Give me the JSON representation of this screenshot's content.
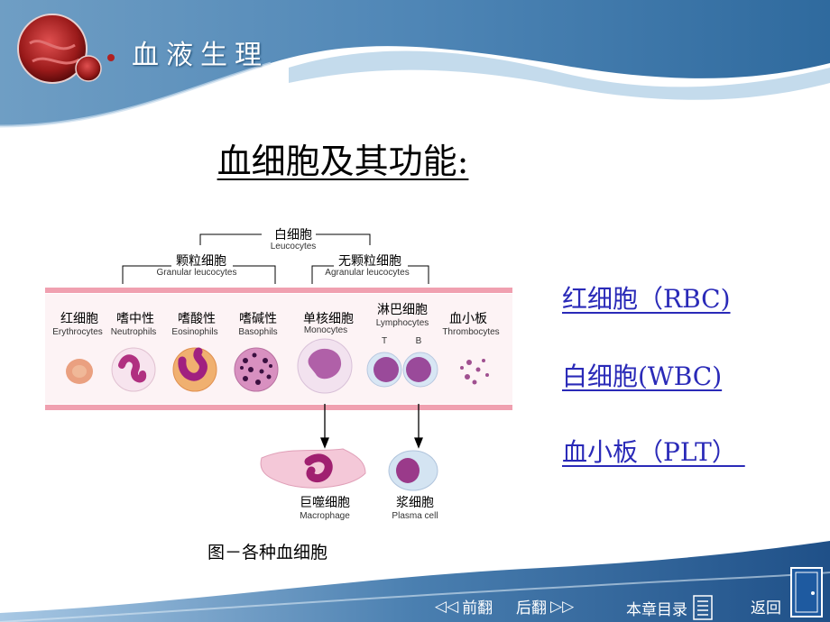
{
  "header": {
    "title": "血液生理"
  },
  "slide": {
    "title": "血细胞及其功能:"
  },
  "links": [
    {
      "label": "红细胞（RBC)"
    },
    {
      "label": "白细胞(WBC)"
    },
    {
      "label": "血小板（PLT） "
    }
  ],
  "figure": {
    "groups": {
      "wbc": {
        "cn": "白细胞",
        "en": "Leucocytes"
      },
      "granular": {
        "cn": "颗粒细胞",
        "en": "Granular leucocytes"
      },
      "agranular": {
        "cn": "无颗粒细胞",
        "en": "Agranular leucocytes"
      }
    },
    "cells": [
      {
        "cn": "红细胞",
        "en": "Erythrocytes"
      },
      {
        "cn": "嗜中性",
        "en": "Neutrophils"
      },
      {
        "cn": "嗜酸性",
        "en": "Eosinophils"
      },
      {
        "cn": "嗜碱性",
        "en": "Basophils"
      },
      {
        "cn": "单核细胞",
        "en": "Monocytes"
      },
      {
        "cn": "淋巴细胞",
        "en": "Lymphocytes"
      },
      {
        "cn": "血小板",
        "en": "Thrombocytes"
      }
    ],
    "lymph_types": {
      "t": "T",
      "b": "B"
    },
    "derived": [
      {
        "cn": "巨噬细胞",
        "en": "Macrophage"
      },
      {
        "cn": "浆细胞",
        "en": "Plasma cell"
      }
    ],
    "caption": "图－各种血细胞"
  },
  "nav": {
    "prev": "前翻",
    "next": "后翻",
    "toc": "本章目录",
    "back": "返回"
  }
}
